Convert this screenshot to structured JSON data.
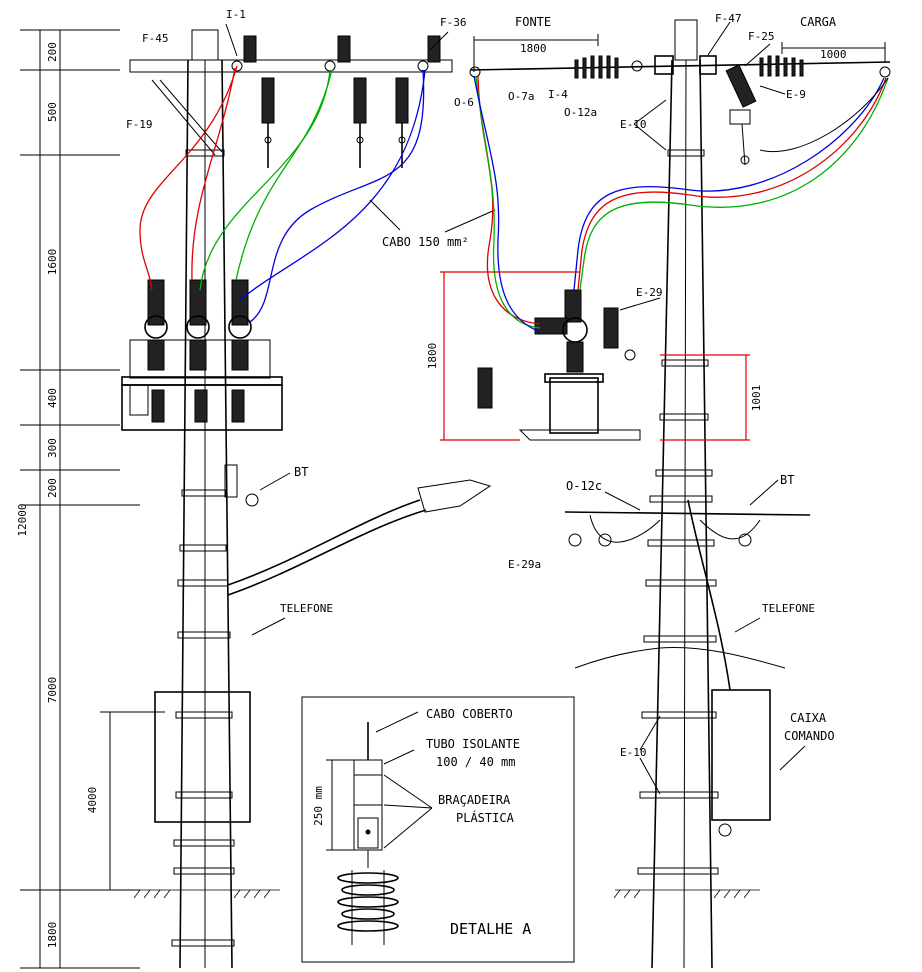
{
  "dimensions": {
    "total": "12000",
    "segments": [
      "200",
      "500",
      "1600",
      "400",
      "300",
      "200",
      "7000",
      "1800"
    ],
    "recloser_box": "4000"
  },
  "left_labels": {
    "f45": "F-45",
    "i1": "I-1",
    "f36": "F-36",
    "f19": "F-19",
    "cable": "CABO 150 mm²",
    "bt": "BT",
    "telefone": "TELEFONE"
  },
  "right_labels": {
    "fonte": "FONTE",
    "carga": "CARGA",
    "dim_fonte": "1800",
    "dim_carga": "1000",
    "f47": "F-47",
    "f25": "F-25",
    "e9": "E-9",
    "o6": "O-6",
    "o7a": "O-7a",
    "i4": "I-4",
    "o12a": "O-12a",
    "e10_top": "E-10",
    "e29": "E-29",
    "dim_red_left": "1800",
    "dim_red_right": "1001",
    "o12c": "O-12c",
    "bt": "BT",
    "e29a": "E-29a",
    "telefone": "TELEFONE",
    "caixa_comando": [
      "CAIXA",
      "COMANDO"
    ],
    "e10_bottom": "E-10"
  },
  "detail": {
    "title": "DETALHE  A",
    "cabo_coberto": "CABO COBERTO",
    "tubo_isolante": "TUBO ISOLANTE",
    "tubo_dim": "100 / 40 mm",
    "bracadeira": [
      "BRAÇADEIRA",
      "PLÁSTICA"
    ],
    "dim": "250 mm"
  },
  "colors": {
    "phase_red": "#e00000",
    "phase_green": "#00b000",
    "phase_blue": "#0000e0",
    "dimension_red": "#e00000"
  }
}
